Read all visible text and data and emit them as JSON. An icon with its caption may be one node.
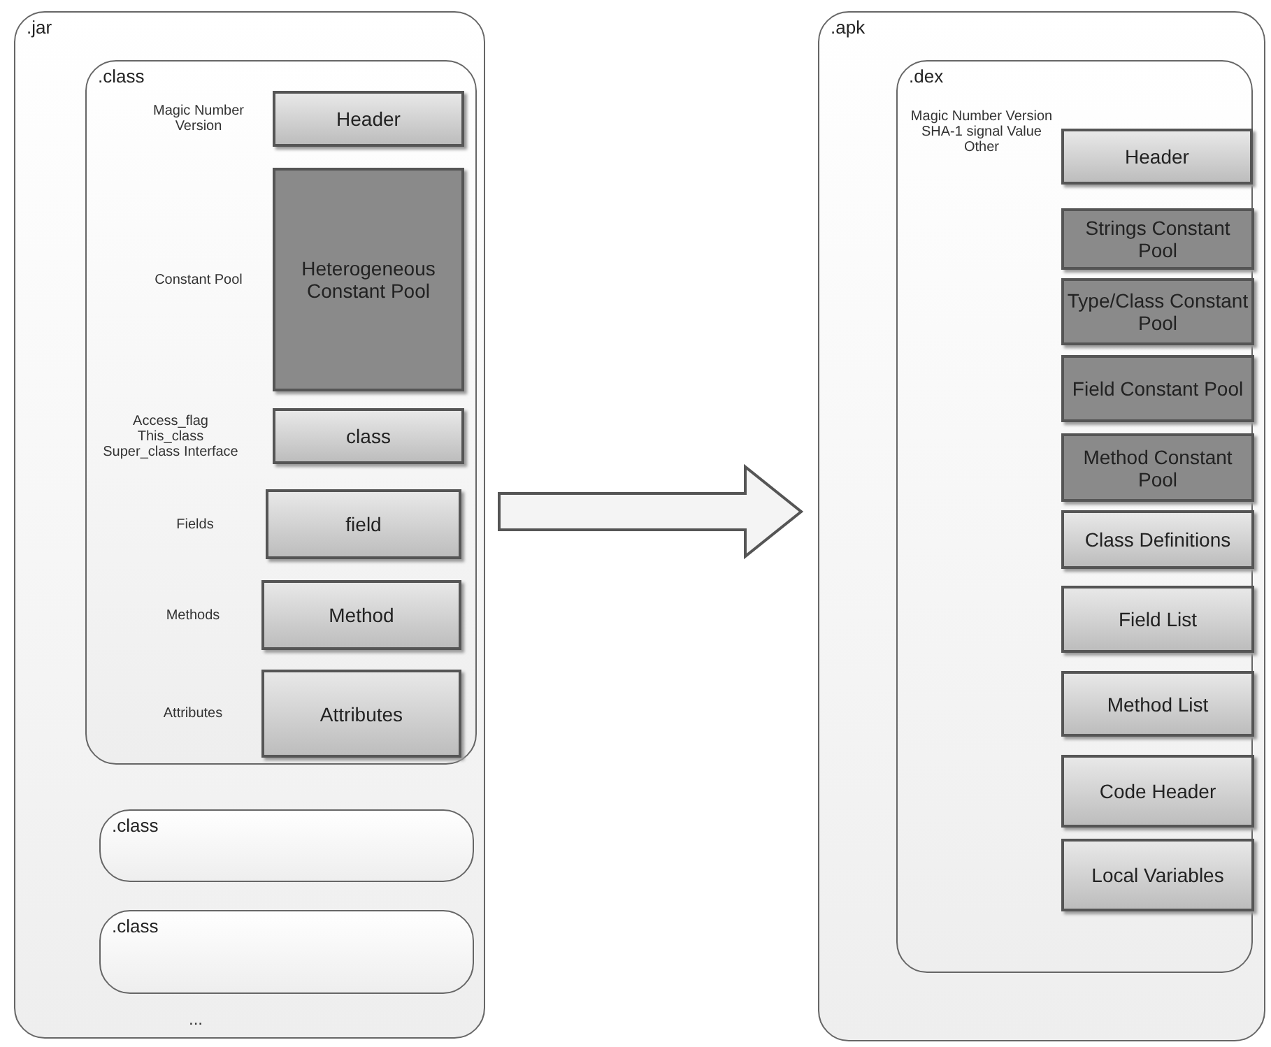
{
  "diagram": {
    "nodes": [
      {
        "text": [
          ".jar"
        ]
      },
      {
        "text": [
          ".class"
        ],
        "in": 0
      },
      {
        "text": [
          "Header"
        ],
        "in": 1,
        "beside": [
          "Magic Number Version"
        ]
      },
      {
        "text": [
          "Heterogeneous Constant Pool"
        ],
        "in": 1,
        "beside": [
          "Constant Pool"
        ]
      },
      {
        "text": [
          "class"
        ],
        "in": 1,
        "beside": [
          "Access_flag This_class Super_class Interface"
        ]
      },
      {
        "text": [
          "field"
        ],
        "in": 1,
        "beside": [
          "Fields"
        ]
      },
      {
        "text": [
          "Method"
        ],
        "in": 1,
        "beside": [
          "Methods"
        ]
      },
      {
        "text": [
          "Attributes"
        ],
        "in": 1,
        "beside": [
          "Attributes"
        ]
      },
      {
        "text": [
          ".class"
        ],
        "in": 0
      },
      {
        "text": [
          ".class"
        ],
        "in": 0
      },
      {
        "text": [
          ".apk"
        ]
      },
      {
        "text": [
          ".dex"
        ],
        "in": 10
      },
      {
        "text": [
          "Header"
        ],
        "in": 11,
        "beside": [
          "Magic Number Version SHA-1 signal Value Other"
        ]
      },
      {
        "text": [
          "Strings Constant Pool"
        ],
        "in": 11
      },
      {
        "text": [
          "Type/Class Constant Pool"
        ],
        "in": 11
      },
      {
        "text": [
          "Field Constant Pool"
        ],
        "in": 11
      },
      {
        "text": [
          "Method Constant Pool"
        ],
        "in": 11
      },
      {
        "text": [
          "Class Definitions"
        ],
        "in": 11
      },
      {
        "text": [
          "Field List"
        ],
        "in": 11
      },
      {
        "text": [
          "Method List"
        ],
        "in": 11
      },
      {
        "text": [
          "Code Header"
        ],
        "in": 11
      },
      {
        "text": [
          "Local Variables"
        ],
        "in": 11
      }
    ],
    "edges": [
      {
        "from": 0,
        "to": 10,
        "arrow": "to",
        "style": "thick"
      }
    ],
    "labels": [
      "..."
    ]
  }
}
